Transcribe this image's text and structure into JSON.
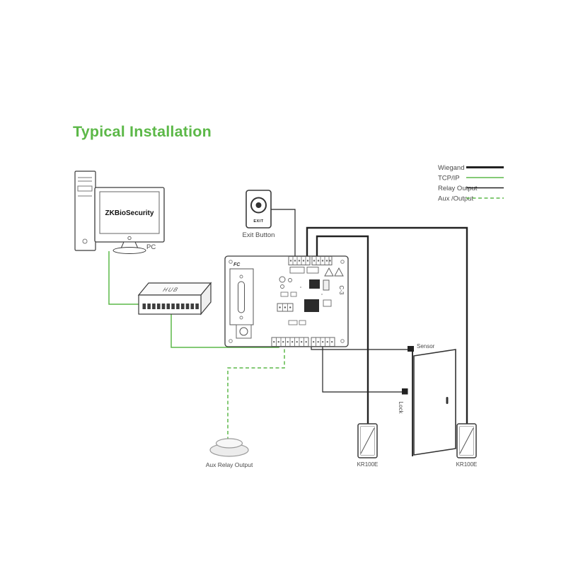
{
  "page": {
    "title": "Typical Installation"
  },
  "colors": {
    "green": "#5cb848",
    "black": "#222222"
  },
  "legend": {
    "items": [
      {
        "label": "Wiegand",
        "line": "solid-thick-black"
      },
      {
        "label": "TCP/IP",
        "line": "solid-green"
      },
      {
        "label": "Relay Output",
        "line": "solid-black"
      },
      {
        "label": "Aux /Output",
        "line": "dashed-green"
      }
    ]
  },
  "devices": {
    "pc": {
      "screen_text": "ZKBioSecurity",
      "label": "PC"
    },
    "hub": {
      "label": "HUB"
    },
    "exit_button": {
      "button_text": "EXIT",
      "label": "Exit Button"
    },
    "controller": {
      "model": "C-3",
      "cert_mark": "FC"
    },
    "door": {
      "sensor_label": "Sensor",
      "lock_label": "Lock"
    },
    "aux_relay": {
      "label": "Aux Relay Output"
    },
    "reader_left": {
      "label": "KR100E"
    },
    "reader_right": {
      "label": "KR100E"
    }
  }
}
